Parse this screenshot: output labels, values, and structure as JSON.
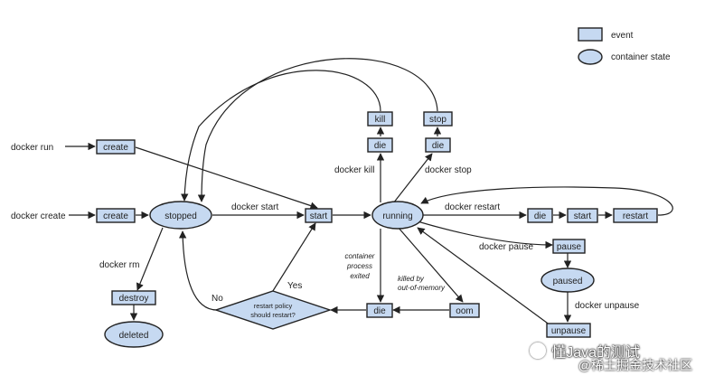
{
  "legend": {
    "event": "event",
    "state": "container state"
  },
  "states": {
    "stopped": "stopped",
    "running": "running",
    "paused": "paused",
    "deleted": "deleted"
  },
  "events": {
    "create_run": "create",
    "create": "create",
    "start": "start",
    "kill": "kill",
    "die_kill": "die",
    "stop": "stop",
    "die_stop": "die",
    "die_restart": "die",
    "start_restart": "start",
    "restart": "restart",
    "pause": "pause",
    "unpause": "unpause",
    "destroy": "destroy",
    "die_bottom": "die",
    "oom": "oom"
  },
  "decision": {
    "line1": "restart policy",
    "line2": "should restart?",
    "yes": "Yes",
    "no": "No"
  },
  "commands": {
    "run": "docker run",
    "create": "docker create",
    "rm": "docker rm",
    "start": "docker start",
    "kill": "docker kill",
    "stop": "docker stop",
    "restart": "docker restart",
    "pause": "docker pause",
    "unpause": "docker unpause"
  },
  "notes": {
    "exit_1": "container",
    "exit_2": "process",
    "exit_3": "exited",
    "oom_1": "killed by",
    "oom_2": "out-of-memory"
  },
  "watermark": {
    "line1": "懂Java的测试",
    "line2": "@稀土掘金技术社区"
  }
}
